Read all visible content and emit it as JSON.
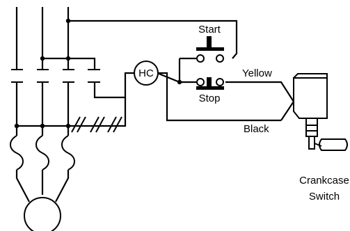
{
  "labels": {
    "start": "Start",
    "stop": "Stop",
    "holding_coil": "HC",
    "wire_yellow": "Yellow",
    "wire_black": "Black",
    "switch_line1": "Crankcase",
    "switch_line2": "Switch"
  }
}
